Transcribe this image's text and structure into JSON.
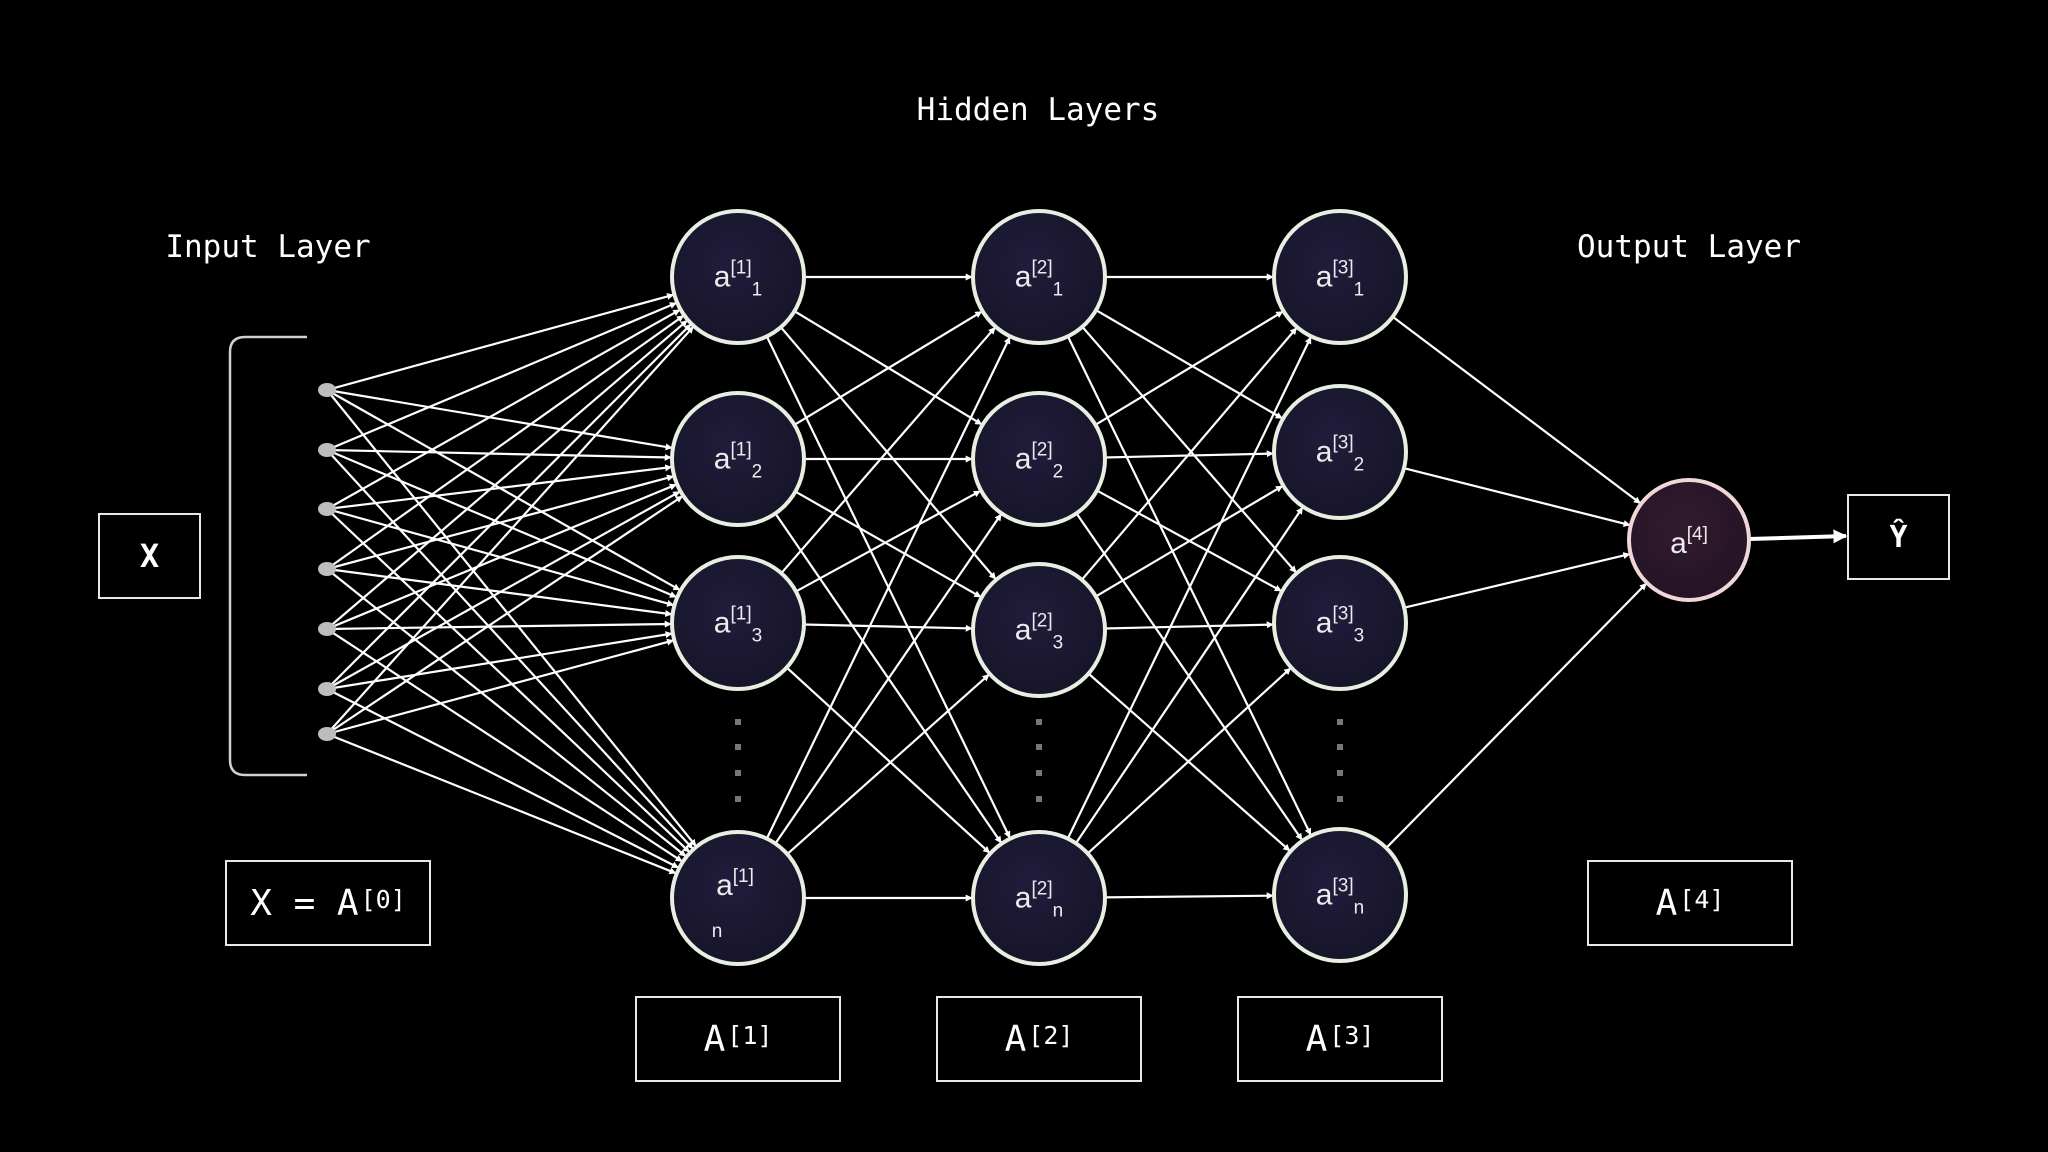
{
  "titles": {
    "hidden": "Hidden Layers",
    "input": "Input Layer",
    "output": "Output Layer"
  },
  "input_box": "X",
  "formula_box": {
    "main": "X = A",
    "sup": "[0]"
  },
  "layer_boxes": [
    {
      "main": "A",
      "sup": "[1]"
    },
    {
      "main": "A",
      "sup": "[2]"
    },
    {
      "main": "A",
      "sup": "[3]"
    },
    {
      "main": "A",
      "sup": "[4]"
    }
  ],
  "output_box": "Ŷ",
  "layers": [
    {
      "sup": "[1]",
      "subs": [
        "1",
        "2",
        "3",
        "n"
      ]
    },
    {
      "sup": "[2]",
      "subs": [
        "1",
        "2",
        "3",
        "n"
      ]
    },
    {
      "sup": "[3]",
      "subs": [
        "1",
        "2",
        "3",
        "n"
      ]
    }
  ],
  "output_neuron": {
    "base": "a",
    "sup": "[4]"
  },
  "neuron_base": "a",
  "colors": {
    "background": "#000000",
    "neuron_fill": "#1d1a33",
    "neuron_stroke": "#e6efe0",
    "output_fill": "#2a1626",
    "output_stroke": "#f0d6d6",
    "edge": "#ffffff",
    "input_node": "#bdbdbd"
  }
}
